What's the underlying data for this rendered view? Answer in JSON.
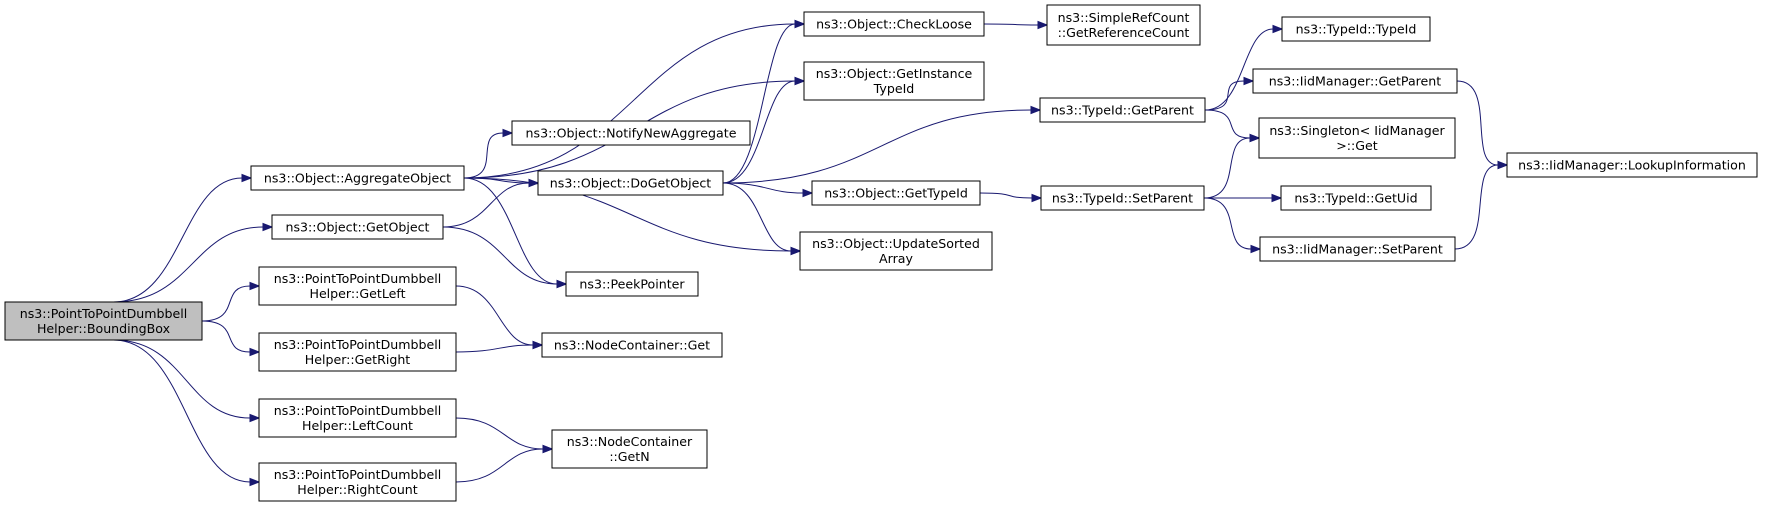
{
  "colors": {
    "edge": "#191970",
    "root_fill": "#bfbfbf",
    "node_fill": "#ffffff",
    "node_stroke": "#000000"
  },
  "nodes": {
    "bounding_box": [
      "ns3::PointToPointDumbbell",
      "Helper::BoundingBox"
    ],
    "aggregate_object": [
      "ns3::Object::AggregateObject"
    ],
    "get_object": [
      "ns3::Object::GetObject"
    ],
    "get_left": [
      "ns3::PointToPointDumbbell",
      "Helper::GetLeft"
    ],
    "get_right": [
      "ns3::PointToPointDumbbell",
      "Helper::GetRight"
    ],
    "left_count": [
      "ns3::PointToPointDumbbell",
      "Helper::LeftCount"
    ],
    "right_count": [
      "ns3::PointToPointDumbbell",
      "Helper::RightCount"
    ],
    "check_loose": [
      "ns3::Object::CheckLoose"
    ],
    "get_instance_typeid": [
      "ns3::Object::GetInstance",
      "TypeId"
    ],
    "notify_new_aggregate": [
      "ns3::Object::NotifyNewAggregate"
    ],
    "do_get_object": [
      "ns3::Object::DoGetObject"
    ],
    "update_sorted_array": [
      "ns3::Object::UpdateSorted",
      "Array"
    ],
    "peek_pointer": [
      "ns3::PeekPointer"
    ],
    "node_container_get": [
      "ns3::NodeContainer::Get"
    ],
    "node_container_getn": [
      "ns3::NodeContainer",
      "::GetN"
    ],
    "simple_ref_count": [
      "ns3::SimpleRefCount",
      "::GetReferenceCount"
    ],
    "object_get_typeid": [
      "ns3::Object::GetTypeId"
    ],
    "typeid_get_parent": [
      "ns3::TypeId::GetParent"
    ],
    "typeid_set_parent": [
      "ns3::TypeId::SetParent"
    ],
    "typeid_typeid": [
      "ns3::TypeId::TypeId"
    ],
    "iid_get_parent": [
      "ns3::IidManager::GetParent"
    ],
    "singleton_get": [
      "ns3::Singleton< IidManager",
      ">::Get"
    ],
    "typeid_get_uid": [
      "ns3::TypeId::GetUid"
    ],
    "iid_set_parent": [
      "ns3::IidManager::SetParent"
    ],
    "lookup_information": [
      "ns3::IidManager::LookupInformation"
    ]
  },
  "edges": [
    [
      "bounding_box",
      "aggregate_object"
    ],
    [
      "bounding_box",
      "get_object"
    ],
    [
      "bounding_box",
      "get_left"
    ],
    [
      "bounding_box",
      "get_right"
    ],
    [
      "bounding_box",
      "left_count"
    ],
    [
      "bounding_box",
      "right_count"
    ],
    [
      "aggregate_object",
      "check_loose"
    ],
    [
      "aggregate_object",
      "get_instance_typeid"
    ],
    [
      "aggregate_object",
      "notify_new_aggregate"
    ],
    [
      "aggregate_object",
      "do_get_object"
    ],
    [
      "aggregate_object",
      "update_sorted_array"
    ],
    [
      "aggregate_object",
      "peek_pointer"
    ],
    [
      "get_object",
      "do_get_object"
    ],
    [
      "get_object",
      "peek_pointer"
    ],
    [
      "get_left",
      "node_container_get"
    ],
    [
      "get_right",
      "node_container_get"
    ],
    [
      "left_count",
      "node_container_getn"
    ],
    [
      "right_count",
      "node_container_getn"
    ],
    [
      "do_get_object",
      "check_loose"
    ],
    [
      "do_get_object",
      "get_instance_typeid"
    ],
    [
      "do_get_object",
      "object_get_typeid"
    ],
    [
      "do_get_object",
      "typeid_get_parent"
    ],
    [
      "do_get_object",
      "update_sorted_array"
    ],
    [
      "check_loose",
      "simple_ref_count"
    ],
    [
      "object_get_typeid",
      "typeid_set_parent"
    ],
    [
      "typeid_get_parent",
      "typeid_typeid"
    ],
    [
      "typeid_get_parent",
      "iid_get_parent"
    ],
    [
      "typeid_get_parent",
      "singleton_get"
    ],
    [
      "typeid_set_parent",
      "singleton_get"
    ],
    [
      "typeid_set_parent",
      "typeid_get_uid"
    ],
    [
      "typeid_set_parent",
      "iid_set_parent"
    ],
    [
      "iid_get_parent",
      "lookup_information"
    ],
    [
      "iid_set_parent",
      "lookup_information"
    ]
  ]
}
